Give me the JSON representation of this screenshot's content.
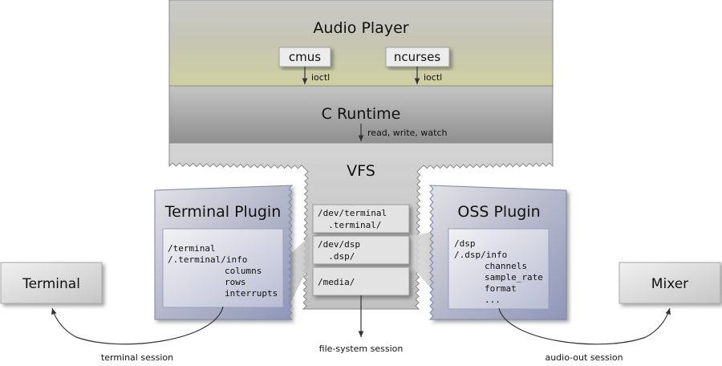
{
  "layers": {
    "audio_player": {
      "title": "Audio Player",
      "components": [
        "cmus",
        "ncurses"
      ],
      "arrow_label": "ioctl"
    },
    "c_runtime": {
      "title": "C Runtime",
      "arrow_label": "read, write, watch"
    },
    "vfs": {
      "title": "VFS",
      "entries": [
        [
          "/dev/terminal",
          "  .terminal/"
        ],
        [
          "/dev/dsp",
          "  .dsp/"
        ],
        [
          "/media/"
        ]
      ]
    }
  },
  "plugins": {
    "terminal": {
      "title": "Terminal Plugin",
      "files": [
        "/terminal",
        "/.terminal/info",
        "columns",
        "rows",
        "interrupts"
      ]
    },
    "oss": {
      "title": "OSS Plugin",
      "files": [
        "/dsp",
        "/.dsp/info",
        "channels",
        "sample_rate",
        "format",
        "..."
      ]
    }
  },
  "endpoints": {
    "terminal": "Terminal",
    "mixer": "Mixer"
  },
  "sessions": {
    "terminal": "terminal session",
    "filesystem": "file-system session",
    "audio_out": "audio-out session"
  }
}
